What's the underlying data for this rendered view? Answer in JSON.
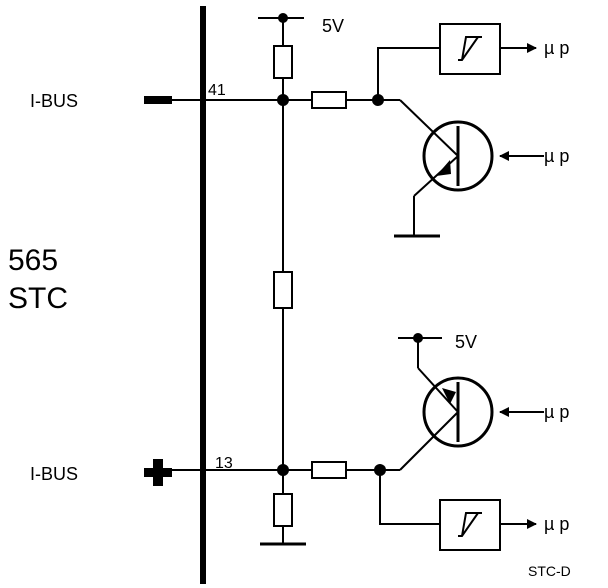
{
  "device": {
    "line1": "565",
    "line2": "STC"
  },
  "bus": {
    "top_label": "I-BUS",
    "bottom_label": "I-BUS",
    "minus_symbol": "minus-sign",
    "plus_symbol": "plus-sign"
  },
  "terminals": {
    "top_pin": "41",
    "bottom_pin": "13"
  },
  "supply": {
    "top": "5V",
    "bottom": "5V"
  },
  "micro": {
    "out_top": "µ p",
    "in_top": "µ p",
    "in_bottom": "µ p",
    "out_bottom": "µ p"
  },
  "figure_code": "STC-D"
}
